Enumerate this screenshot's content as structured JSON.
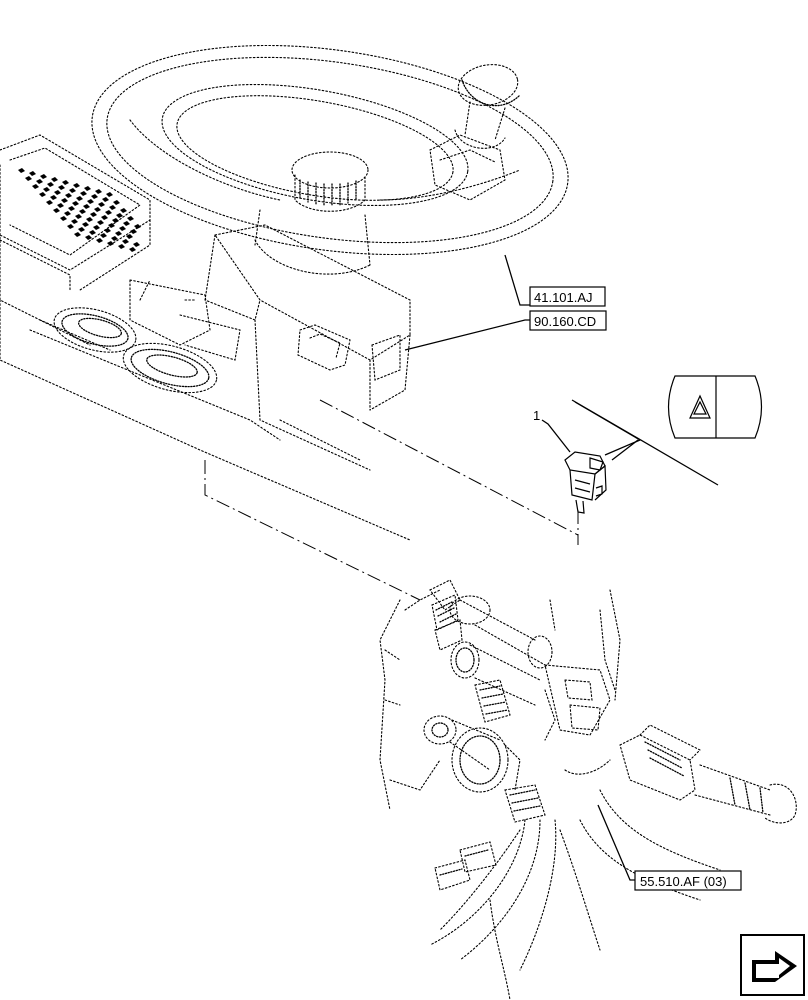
{
  "references": {
    "steering_column": "41.101.AJ",
    "dashboard": "90.160.CD",
    "harness": "55.510.AF (03)"
  },
  "callout": {
    "item_number": "1"
  },
  "icons": {
    "hazard_symbol": "hazard-warning-triangle",
    "navigation": "next-page-arrow"
  }
}
